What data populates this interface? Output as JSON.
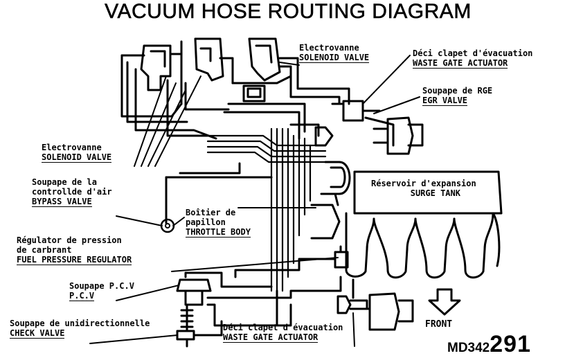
{
  "title": "VACUUM HOSE ROUTING DIAGRAM",
  "labels": {
    "solenoid_top": {
      "fr": "Electrovanne",
      "en": "SOLENOID VALVE"
    },
    "wastegate_top": {
      "fr": "Déci clapet d'évacuation",
      "en": "WASTE GATE ACTUATOR"
    },
    "egr": {
      "fr": "Soupape de RGE",
      "en": "EGR VALVE"
    },
    "solenoid_left": {
      "fr": "Electrovanne",
      "en": "SOLENOID VALVE"
    },
    "bypass": {
      "fr1": "Soupape de la",
      "fr2": "controllde d'air",
      "en": "BYPASS VALVE"
    },
    "throttle": {
      "fr1": "Boîtier de",
      "fr2": "papillon",
      "en": "THROTTLE BODY"
    },
    "surge": {
      "fr": "Réservoir d'expansion",
      "en": "SURGE TANK"
    },
    "fuel": {
      "fr1": "Régulator de pression",
      "fr2": "de carbrant",
      "en": "FUEL PRESSURE REGULATOR"
    },
    "pcv": {
      "fr": "Soupape P.C.V",
      "en": "P.C.V"
    },
    "check": {
      "fr": "Soupape de unidirectionnelle",
      "en": "CHECK VALVE"
    },
    "wastegate_bottom": {
      "fr": "Déci clapet d'évacuation",
      "en": "WASTE GATE ACTUATOR"
    },
    "front": "FRONT"
  },
  "code": {
    "prefix": "MD342",
    "suffix": "291"
  }
}
